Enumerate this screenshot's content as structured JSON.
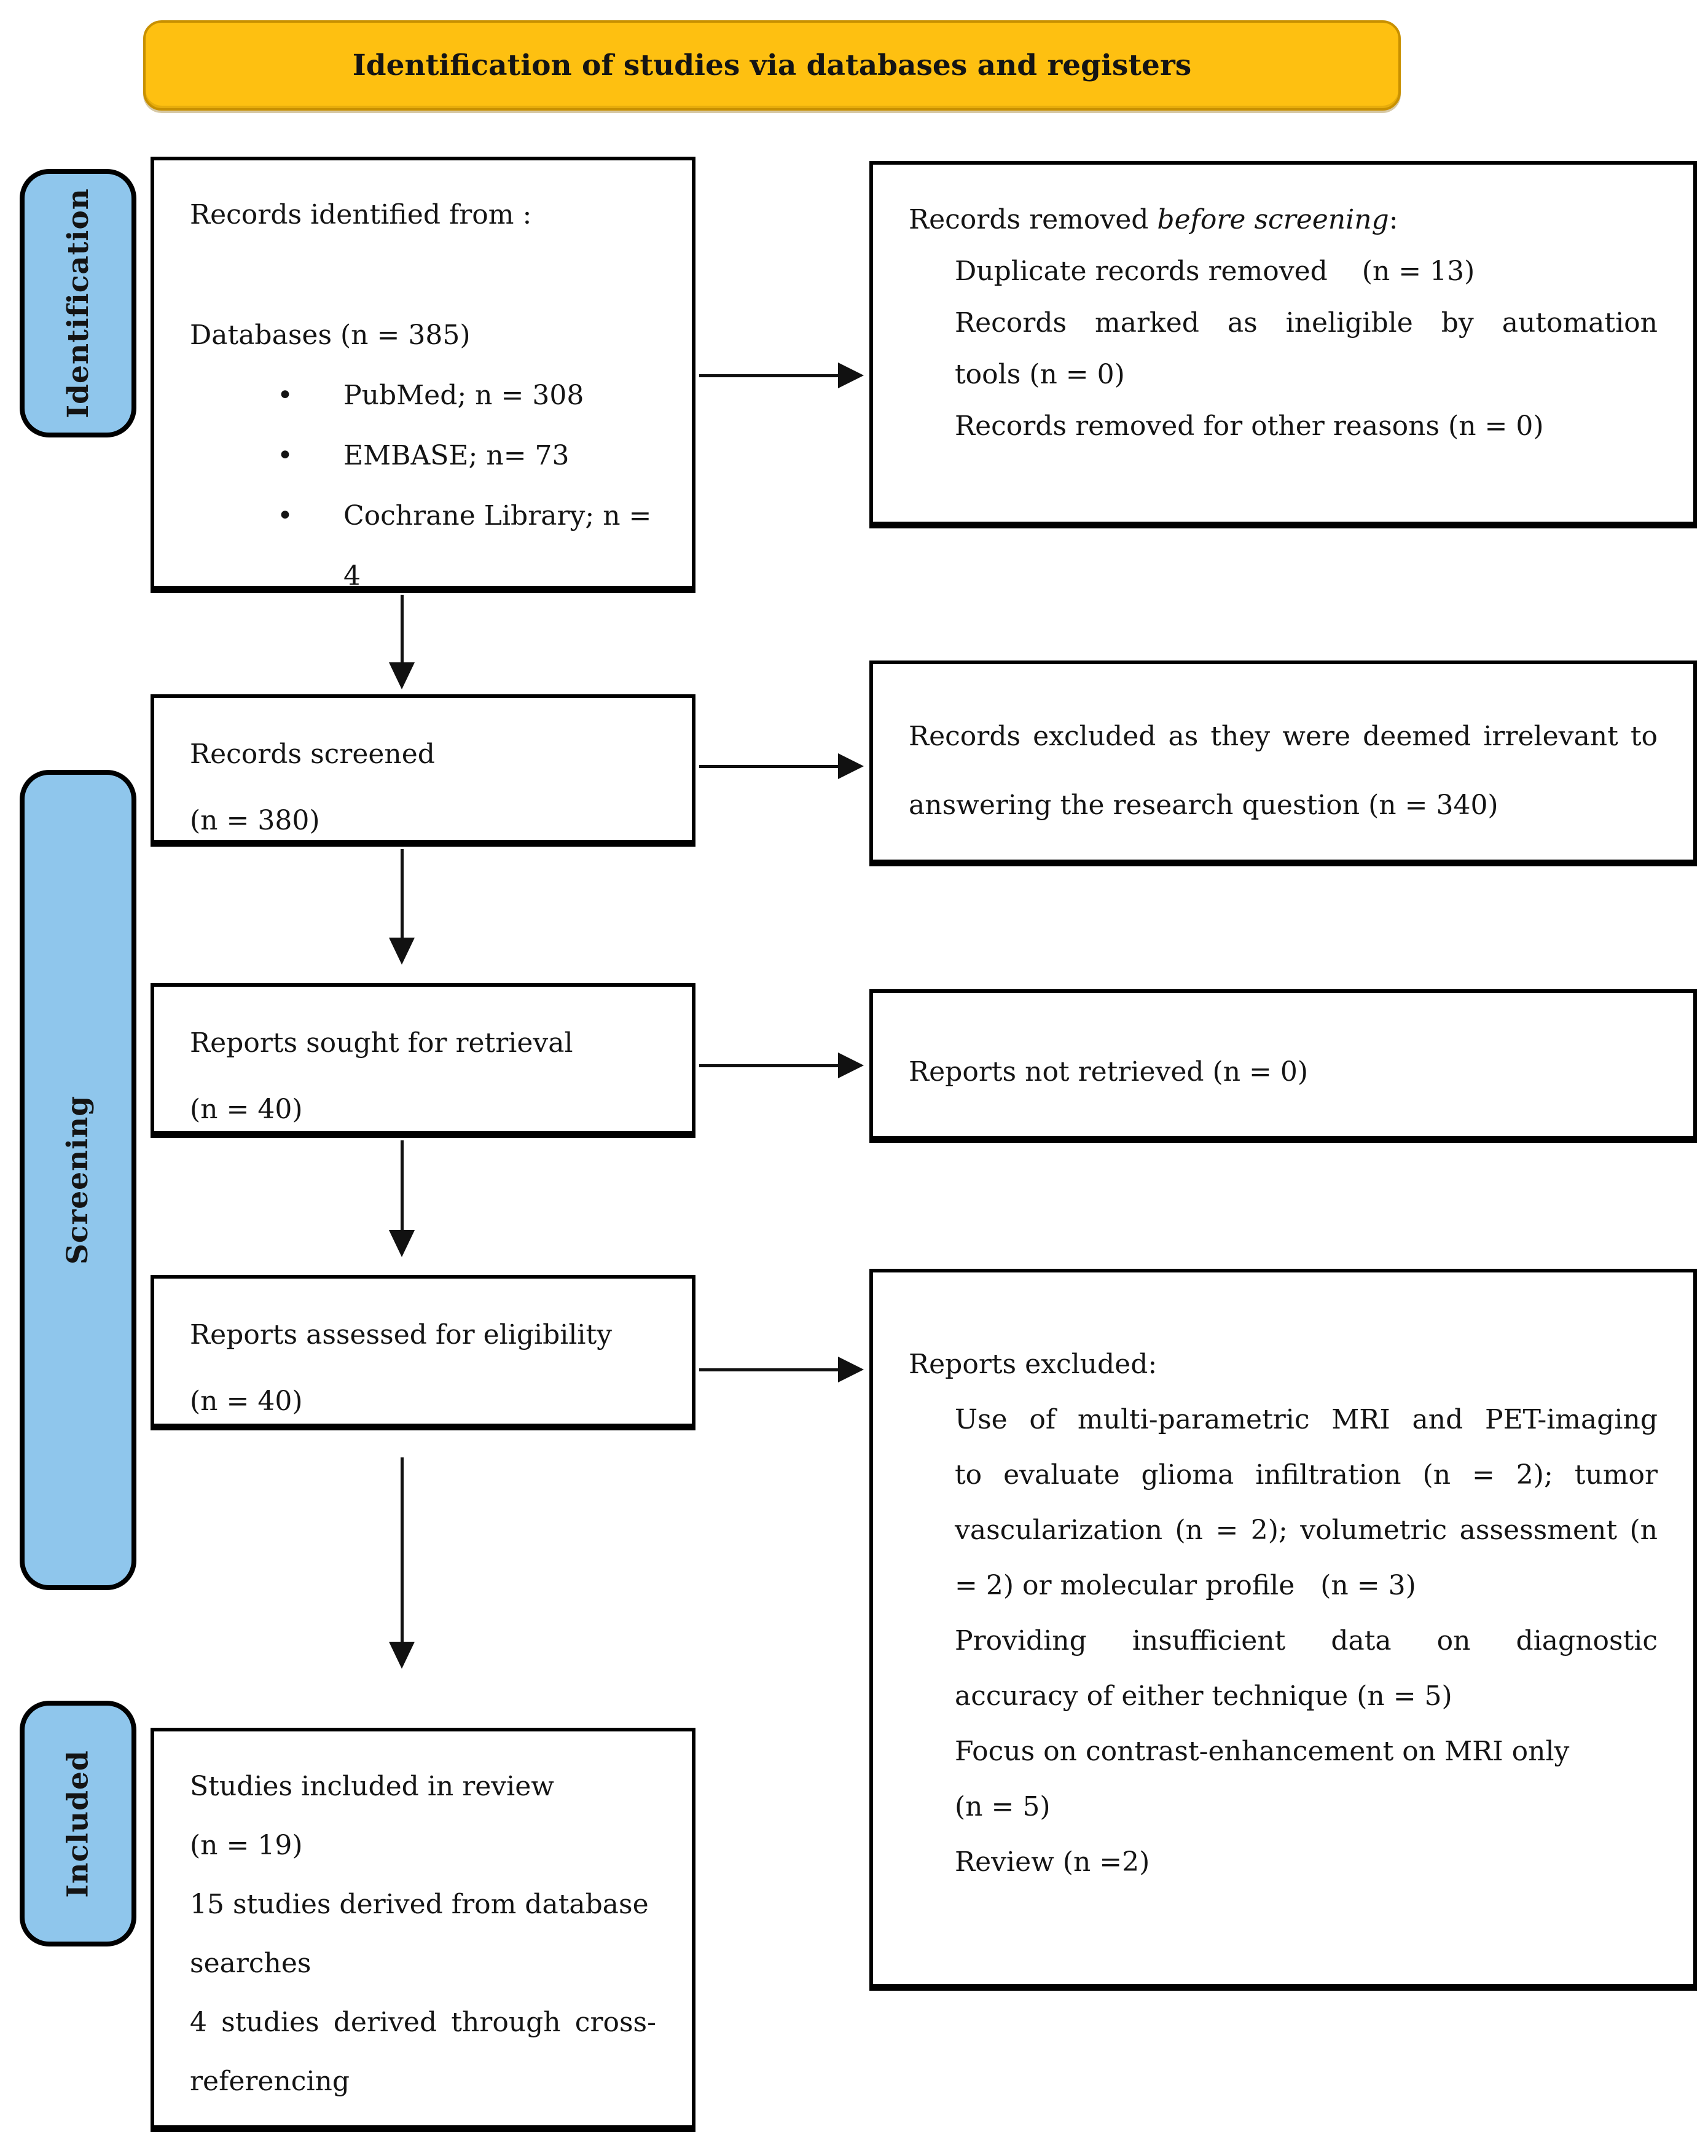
{
  "header": {
    "title": "Identification of studies via databases and registers"
  },
  "sidebar": {
    "identification_label": "Identification",
    "screening_label": "Screening",
    "included_label": "Included"
  },
  "colors": {
    "header_fill": "#FEC011",
    "header_border": "#C89000",
    "stage_fill": "#8FC6EC",
    "box_border": "#000000",
    "arrow": "#111111"
  },
  "boxes": {
    "records_identified": {
      "lines": [
        {
          "t": "Records identified from :"
        },
        {
          "blank": true
        },
        {
          "t": "Databases (n = 385)"
        },
        {
          "t": "PubMed; n = 308",
          "bullet": true
        },
        {
          "t": "EMBASE; n= 73",
          "bullet": true
        },
        {
          "t": "Cochrane Library; n = 4",
          "bullet": true
        }
      ]
    },
    "records_removed": {
      "lines": [
        {
          "parts": [
            {
              "t": "Records removed "
            },
            {
              "t": "before screening",
              "i": true
            },
            {
              "t": ":"
            }
          ]
        },
        {
          "t": "Duplicate records removed    (n = 13)",
          "ind": true
        },
        {
          "t": "Records marked as ineligible by automation",
          "ind": true,
          "j": true
        },
        {
          "t": "tools (n = 0)",
          "ind": true
        },
        {
          "t": "Records removed for other reasons (n = 0)",
          "ind": true
        }
      ]
    },
    "records_screened": {
      "lines": [
        {
          "t": "Records screened"
        },
        {
          "t": "(n = 380)"
        }
      ]
    },
    "records_excluded": {
      "lines": [
        {
          "t": "Records excluded as they were deemed irrelevant to",
          "j": true
        },
        {
          "t": "answering the research question (n = 340)"
        }
      ]
    },
    "reports_sought": {
      "lines": [
        {
          "t": "Reports sought for retrieval"
        },
        {
          "t": "(n = 40)"
        }
      ]
    },
    "reports_not_retrieved": {
      "lines": [
        {
          "t": "Reports not retrieved (n = 0)"
        }
      ]
    },
    "reports_assessed": {
      "lines": [
        {
          "t": "Reports assessed for eligibility"
        },
        {
          "t": "(n = 40)"
        }
      ]
    },
    "reports_excluded": {
      "lines": [
        {
          "t": "Reports excluded:"
        },
        {
          "t": "Use of multi-parametric MRI and PET-imaging",
          "ind": true,
          "j": true
        },
        {
          "t": "to evaluate glioma infiltration (n = 2); tumor",
          "ind": true,
          "j": true
        },
        {
          "t": "vascularization (n = 2); volumetric assessment (n",
          "ind": true,
          "j": true
        },
        {
          "t": "= 2) or molecular profile   (n = 3)",
          "ind": true
        },
        {
          "t": "Providing insufficient data on diagnostic",
          "ind": true,
          "j": true
        },
        {
          "t": "accuracy of either technique (n = 5)",
          "ind": true
        },
        {
          "t": "Focus on contrast-enhancement on MRI only",
          "ind": true
        },
        {
          "t": "(n = 5)",
          "ind": true
        },
        {
          "t": "Review (n =2)",
          "ind": true
        }
      ]
    },
    "studies_included": {
      "lines": [
        {
          "t": "Studies included in review"
        },
        {
          "t": "(n = 19)"
        },
        {
          "t": "15 studies derived from database"
        },
        {
          "t": "searches"
        },
        {
          "t": "4 studies derived through cross-",
          "j": true
        },
        {
          "t": "referencing"
        }
      ]
    }
  }
}
